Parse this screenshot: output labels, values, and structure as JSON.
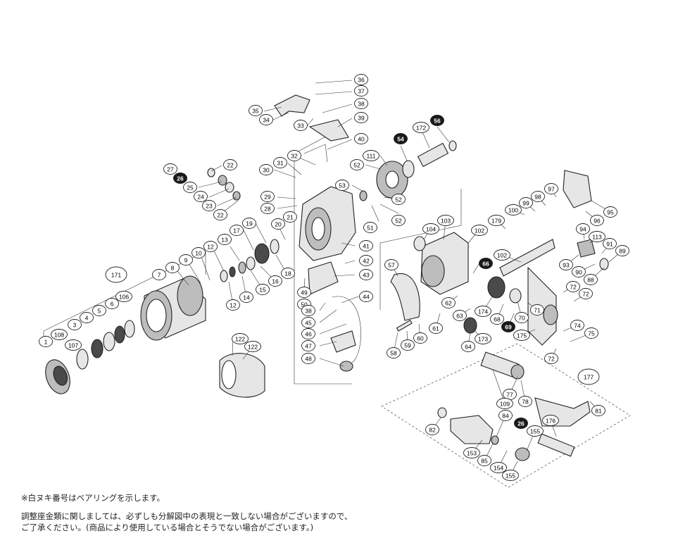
{
  "callouts": [
    {
      "n": "36",
      "dark": false
    },
    {
      "n": "37",
      "dark": false
    },
    {
      "n": "38",
      "dark": false
    },
    {
      "n": "39",
      "dark": false
    },
    {
      "n": "40",
      "dark": false
    },
    {
      "n": "35",
      "dark": false
    },
    {
      "n": "34",
      "dark": false
    },
    {
      "n": "33",
      "dark": false
    },
    {
      "n": "32",
      "dark": false
    },
    {
      "n": "31",
      "dark": false
    },
    {
      "n": "30",
      "dark": false
    },
    {
      "n": "27",
      "dark": false
    },
    {
      "n": "26",
      "dark": true
    },
    {
      "n": "25",
      "dark": false
    },
    {
      "n": "24",
      "dark": false
    },
    {
      "n": "23",
      "dark": false
    },
    {
      "n": "22",
      "dark": false
    },
    {
      "n": "22",
      "dark": false
    },
    {
      "n": "29",
      "dark": false
    },
    {
      "n": "28",
      "dark": false
    },
    {
      "n": "21",
      "dark": false
    },
    {
      "n": "20",
      "dark": false
    },
    {
      "n": "19",
      "dark": false
    },
    {
      "n": "17",
      "dark": false
    },
    {
      "n": "13",
      "dark": false
    },
    {
      "n": "12",
      "dark": false
    },
    {
      "n": "10",
      "dark": false
    },
    {
      "n": "9",
      "dark": false
    },
    {
      "n": "8",
      "dark": false
    },
    {
      "n": "7",
      "dark": false
    },
    {
      "n": "106",
      "dark": false
    },
    {
      "n": "6",
      "dark": false
    },
    {
      "n": "5",
      "dark": false
    },
    {
      "n": "4",
      "dark": false
    },
    {
      "n": "3",
      "dark": false
    },
    {
      "n": "107",
      "dark": false
    },
    {
      "n": "108",
      "dark": false
    },
    {
      "n": "1",
      "dark": false
    },
    {
      "n": "16",
      "dark": false
    },
    {
      "n": "15",
      "dark": false
    },
    {
      "n": "14",
      "dark": false
    },
    {
      "n": "12",
      "dark": false
    },
    {
      "n": "18",
      "dark": false
    },
    {
      "n": "49",
      "dark": false
    },
    {
      "n": "50",
      "dark": false
    },
    {
      "n": "41",
      "dark": false
    },
    {
      "n": "42",
      "dark": false
    },
    {
      "n": "43",
      "dark": false
    },
    {
      "n": "44",
      "dark": false
    },
    {
      "n": "38",
      "dark": false
    },
    {
      "n": "45",
      "dark": false
    },
    {
      "n": "46",
      "dark": false
    },
    {
      "n": "47",
      "dark": false
    },
    {
      "n": "48",
      "dark": false
    },
    {
      "n": "122",
      "dark": false
    },
    {
      "n": "122",
      "dark": false
    },
    {
      "n": "52",
      "dark": false
    },
    {
      "n": "111",
      "dark": false
    },
    {
      "n": "54",
      "dark": true
    },
    {
      "n": "172",
      "dark": false
    },
    {
      "n": "56",
      "dark": true
    },
    {
      "n": "53",
      "dark": false
    },
    {
      "n": "52",
      "dark": false
    },
    {
      "n": "51",
      "dark": false
    },
    {
      "n": "52",
      "dark": false
    },
    {
      "n": "104",
      "dark": false
    },
    {
      "n": "103",
      "dark": false
    },
    {
      "n": "102",
      "dark": false
    },
    {
      "n": "179",
      "dark": false
    },
    {
      "n": "102",
      "dark": false
    },
    {
      "n": "66",
      "dark": true
    },
    {
      "n": "57",
      "dark": false
    },
    {
      "n": "100",
      "dark": false
    },
    {
      "n": "99",
      "dark": false
    },
    {
      "n": "98",
      "dark": false
    },
    {
      "n": "97",
      "dark": false
    },
    {
      "n": "95",
      "dark": false
    },
    {
      "n": "96",
      "dark": false
    },
    {
      "n": "94",
      "dark": false
    },
    {
      "n": "113",
      "dark": false
    },
    {
      "n": "91",
      "dark": false
    },
    {
      "n": "89",
      "dark": false
    },
    {
      "n": "93",
      "dark": false
    },
    {
      "n": "90",
      "dark": false
    },
    {
      "n": "88",
      "dark": false
    },
    {
      "n": "72",
      "dark": false
    },
    {
      "n": "72",
      "dark": false
    },
    {
      "n": "62",
      "dark": false
    },
    {
      "n": "63",
      "dark": false
    },
    {
      "n": "174",
      "dark": false
    },
    {
      "n": "68",
      "dark": false
    },
    {
      "n": "70",
      "dark": false
    },
    {
      "n": "71",
      "dark": false
    },
    {
      "n": "69",
      "dark": true
    },
    {
      "n": "175",
      "dark": false
    },
    {
      "n": "74",
      "dark": false
    },
    {
      "n": "75",
      "dark": false
    },
    {
      "n": "72",
      "dark": false
    },
    {
      "n": "61",
      "dark": false
    },
    {
      "n": "60",
      "dark": false
    },
    {
      "n": "59",
      "dark": false
    },
    {
      "n": "58",
      "dark": false
    },
    {
      "n": "64",
      "dark": false
    },
    {
      "n": "173",
      "dark": false
    },
    {
      "n": "171",
      "dark": false
    },
    {
      "n": "177",
      "dark": false
    },
    {
      "n": "77",
      "dark": false
    },
    {
      "n": "78",
      "dark": false
    },
    {
      "n": "109",
      "dark": false
    },
    {
      "n": "81",
      "dark": false
    },
    {
      "n": "84",
      "dark": false
    },
    {
      "n": "26",
      "dark": true
    },
    {
      "n": "176",
      "dark": false
    },
    {
      "n": "82",
      "dark": false
    },
    {
      "n": "155",
      "dark": false
    },
    {
      "n": "153",
      "dark": false
    },
    {
      "n": "85",
      "dark": false
    },
    {
      "n": "154",
      "dark": false
    },
    {
      "n": "155",
      "dark": false
    }
  ],
  "notes": {
    "line1": "※白ヌキ番号はベアリングを示します。",
    "line2": "調整座金類に関しましては、必ずしも分解図中の表現と一致しない場合がございますので、",
    "line3": "ご了承ください。(商品により使用している場合とそうでない場合がございます。)"
  }
}
